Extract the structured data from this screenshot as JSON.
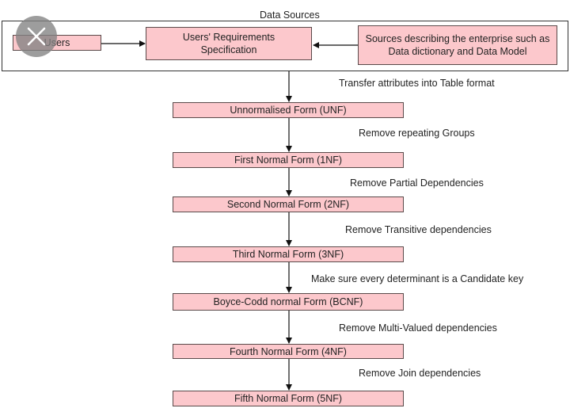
{
  "sources": {
    "title": "Data Sources",
    "users": "Users",
    "requirements": "Users' Requirements Specification",
    "enterprise": "Sources describing the enterprise such as Data dictionary and  Data Model"
  },
  "steps": [
    {
      "transition": "Transfer attributes into Table format",
      "form": "Unnormalised Form (UNF)"
    },
    {
      "transition": "Remove repeating Groups",
      "form": "First Normal Form (1NF)"
    },
    {
      "transition": "Remove Partial Dependencies",
      "form": "Second Normal Form (2NF)"
    },
    {
      "transition": "Remove Transitive dependencies",
      "form": "Third Normal Form (3NF)"
    },
    {
      "transition": "Make sure every determinant is a Candidate key",
      "form": "Boyce-Codd normal Form (BCNF)"
    },
    {
      "transition": "Remove Multi-Valued dependencies",
      "form": "Fourth Normal Form (4NF)"
    },
    {
      "transition": "Remove Join dependencies",
      "form": "Fifth Normal Form (5NF)"
    }
  ],
  "colors": {
    "box_fill": "#fcc8cc",
    "stroke": "#333333"
  },
  "icons": {
    "overlay": "close-icon"
  }
}
